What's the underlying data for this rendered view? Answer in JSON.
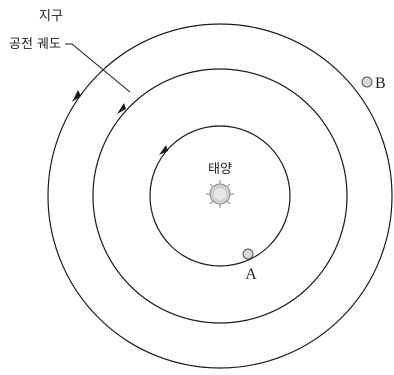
{
  "labels": {
    "earth_orbit_line1": "지구",
    "earth_orbit_line2": "공전 궤도",
    "sun": "태양",
    "planet_a": "A",
    "planet_b": "B"
  },
  "colors": {
    "line": "#1a1a1a",
    "planet_fill": "#d9d9d9",
    "sun_fill": "#cccccc"
  }
}
